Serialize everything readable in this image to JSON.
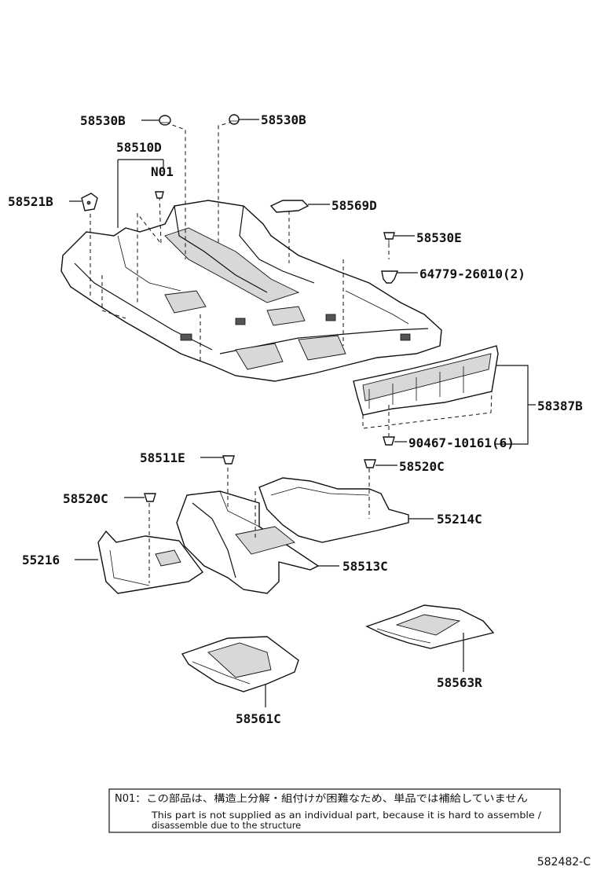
{
  "labels": {
    "p58530B_left": "58530B",
    "p58530B_right": "58530B",
    "p58510D": "58510D",
    "pN01": "N01",
    "p58521B": "58521B",
    "p58569D": "58569D",
    "p58530E": "58530E",
    "p64779": "64779-26010(2)",
    "p58387B": "58387B",
    "p90467": "90467-10161(6)",
    "p58511E": "58511E",
    "p58520C_right": "58520C",
    "p58520C_left": "58520C",
    "p55214C": "55214C",
    "p55216": "55216",
    "p58513C": "58513C",
    "p58563R": "58563R",
    "p58561C": "58561C"
  },
  "note": {
    "code": "N01",
    "japanese": "：この部品は、構造上分解・組付けが困難なため、単品では補給していません",
    "english_line1": "This part is not supplied as an individual part, because it is hard to assemble /",
    "english_line2": "disassemble due to the structure"
  },
  "figure_id": "582482-C"
}
